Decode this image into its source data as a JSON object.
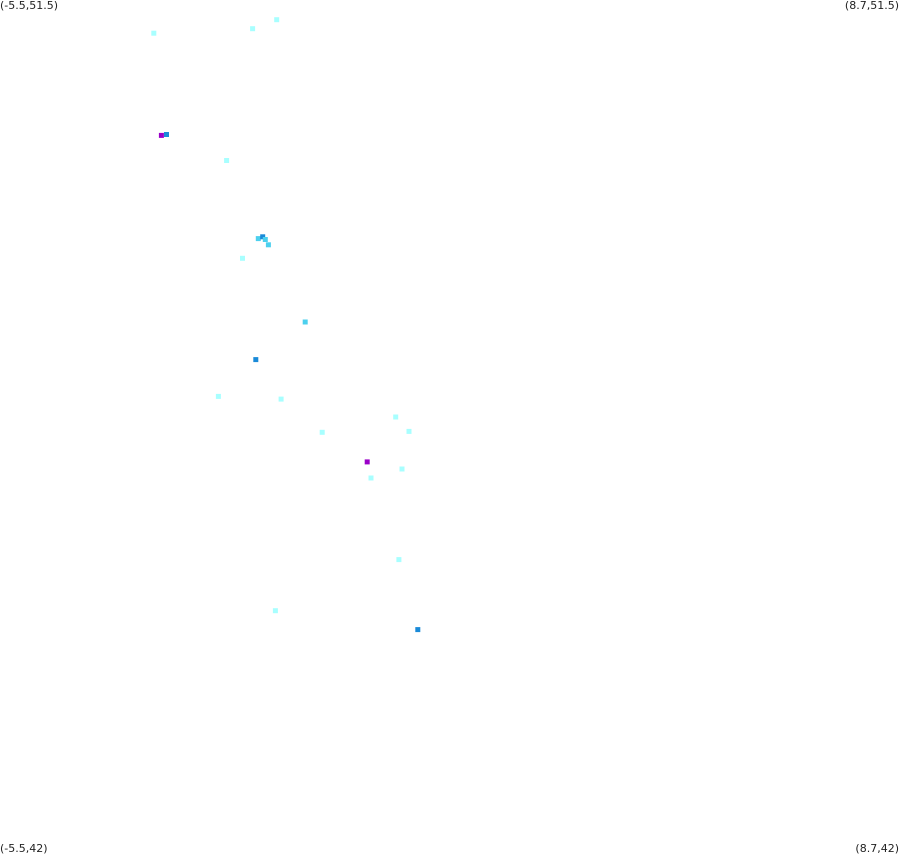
{
  "corners": {
    "top_left": "(-5.5,51.5)",
    "top_right": "(8.7,51.5)",
    "bottom_left": "(-5.5,42)",
    "bottom_right": "(8.7,42)"
  },
  "bounds": {
    "lon_min": -5.5,
    "lon_max": 8.7,
    "lat_min": 42,
    "lat_max": 51.5
  },
  "colors": {
    "light": "#a8ffff",
    "medium": "#4cd0ee",
    "dark": "#1a8ad8",
    "purple": "#9a00c8"
  },
  "chart_data": {
    "type": "scatter",
    "title": "",
    "xlabel": "",
    "ylabel": "",
    "xlim": [
      -5.5,
      8.7
    ],
    "ylim": [
      42,
      51.5
    ],
    "points": [
      {
        "lon": -3.07,
        "lat": 51.13,
        "c": "light"
      },
      {
        "lon": -1.51,
        "lat": 51.18,
        "c": "light"
      },
      {
        "lon": -1.13,
        "lat": 51.28,
        "c": "light"
      },
      {
        "lon": -2.95,
        "lat": 49.99,
        "c": "purple"
      },
      {
        "lon": -2.87,
        "lat": 50.0,
        "c": "dark"
      },
      {
        "lon": -1.92,
        "lat": 49.71,
        "c": "light"
      },
      {
        "lon": -1.42,
        "lat": 48.84,
        "c": "medium"
      },
      {
        "lon": -1.35,
        "lat": 48.86,
        "c": "dark"
      },
      {
        "lon": -1.31,
        "lat": 48.83,
        "c": "medium"
      },
      {
        "lon": -1.26,
        "lat": 48.77,
        "c": "medium"
      },
      {
        "lon": -1.67,
        "lat": 48.62,
        "c": "light"
      },
      {
        "lon": -0.68,
        "lat": 47.91,
        "c": "medium"
      },
      {
        "lon": -1.46,
        "lat": 47.49,
        "c": "dark"
      },
      {
        "lon": -2.05,
        "lat": 47.08,
        "c": "light"
      },
      {
        "lon": -1.06,
        "lat": 47.05,
        "c": "light"
      },
      {
        "lon": -0.41,
        "lat": 46.68,
        "c": "light"
      },
      {
        "lon": 0.75,
        "lat": 46.85,
        "c": "light"
      },
      {
        "lon": 0.96,
        "lat": 46.69,
        "c": "light"
      },
      {
        "lon": 0.3,
        "lat": 46.35,
        "c": "purple"
      },
      {
        "lon": 0.85,
        "lat": 46.27,
        "c": "light"
      },
      {
        "lon": 0.36,
        "lat": 46.17,
        "c": "light"
      },
      {
        "lon": 0.8,
        "lat": 45.26,
        "c": "light"
      },
      {
        "lon": -1.15,
        "lat": 44.69,
        "c": "light"
      },
      {
        "lon": 1.1,
        "lat": 44.48,
        "c": "dark"
      }
    ]
  }
}
